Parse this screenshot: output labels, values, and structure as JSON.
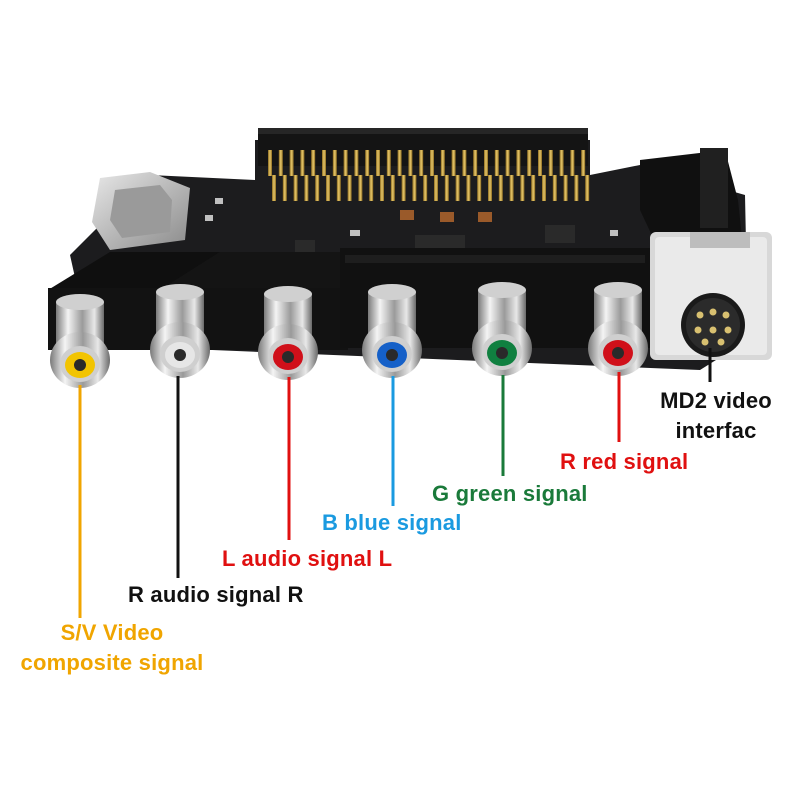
{
  "colors": {
    "composite": "#F0A500",
    "audio_r": "#111111",
    "audio_l": "#E01010",
    "blue": "#1A9AE0",
    "green": "#1A7A3A",
    "red": "#E01010",
    "md2": "#111111",
    "pcb": "#1c1c1e"
  },
  "labels": {
    "composite_line1": "S/V Video",
    "composite_line2": "composite signal",
    "audio_r": "R audio signal R",
    "audio_l": "L audio signal L",
    "blue": "B blue signal",
    "green": "G green signal",
    "red": "R red signal",
    "md2_line1": "MD2 video",
    "md2_line2": "interfac"
  },
  "connectors": [
    {
      "name": "rca-yellow",
      "ring": "#F2C400"
    },
    {
      "name": "rca-white",
      "ring": "#E6E6E6"
    },
    {
      "name": "rca-red-left",
      "ring": "#D0101A"
    },
    {
      "name": "rca-blue",
      "ring": "#1560C8"
    },
    {
      "name": "rca-green",
      "ring": "#108040"
    },
    {
      "name": "rca-red-right",
      "ring": "#D0101A"
    }
  ]
}
